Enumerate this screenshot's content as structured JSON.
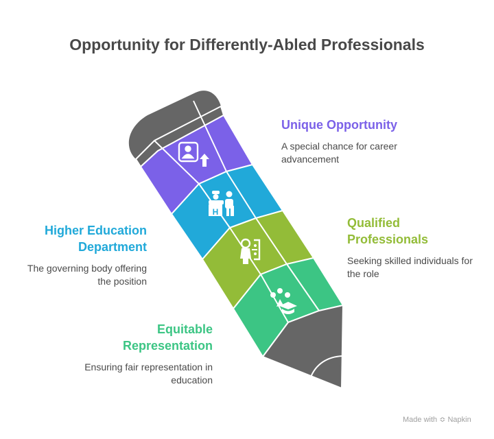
{
  "title": "Opportunity for Differently-Abled Professionals",
  "colors": {
    "purple": "#7B61E8",
    "blue": "#21A9D9",
    "olive": "#93BC38",
    "green": "#3CC584",
    "gray": "#666666",
    "title": "#484848"
  },
  "items": [
    {
      "heading": "Unique Opportunity",
      "description": "A special chance for career advancement",
      "icon": "profile-promotion-icon",
      "color": "#7B61E8"
    },
    {
      "heading": "Higher Education Department",
      "description": "The governing body offering the position",
      "icon": "hospital-reception-icon",
      "color": "#21A9D9"
    },
    {
      "heading": "Qualified Professionals",
      "description": "Seeking skilled individuals for the role",
      "icon": "professional-presenter-icon",
      "color": "#93BC38"
    },
    {
      "heading": "Equitable Representation",
      "description": "Ensuring fair representation in education",
      "icon": "diversity-education-icon",
      "color": "#3CC584"
    }
  ],
  "footer": {
    "prefix": "Made with",
    "brand": "Napkin"
  }
}
